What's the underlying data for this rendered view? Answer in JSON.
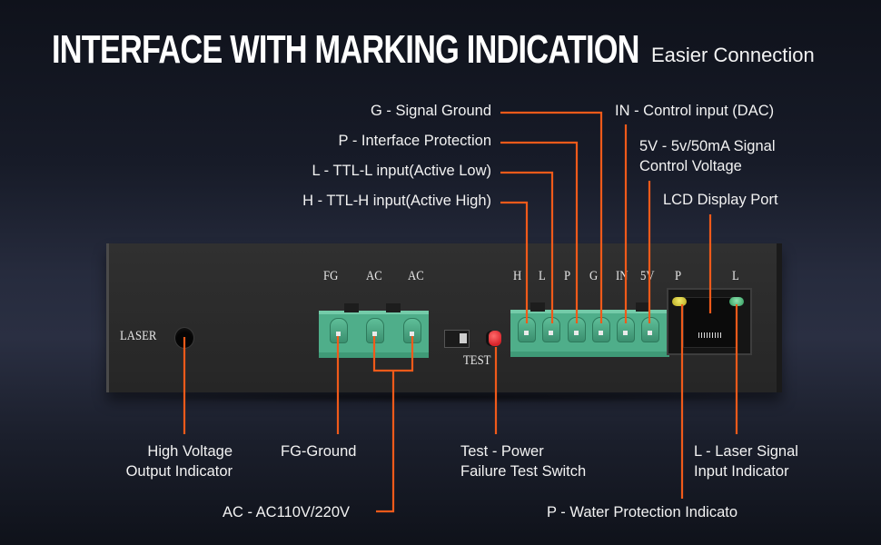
{
  "header": {
    "title": "INTERFACE WITH MARKING INDICATION",
    "subtitle": "Easier Connection"
  },
  "colors": {
    "accent_line": "#f05a1a",
    "terminal_green": "#4fae8a",
    "led_yellow": "#e6d84a",
    "led_green": "#5cc98a",
    "test_button_red": "#e0303a"
  },
  "callouts_top": {
    "g": "G - Signal Ground",
    "p": "P - Interface Protection",
    "l": "L - TTL-L input(Active Low)",
    "h": "H -  TTL-H input(Active High)",
    "in": "IN - Control input (DAC)",
    "v5_line1": "5V - 5v/50mA Signal",
    "v5_line2": "Control Voltage",
    "lcd": "LCD Display Port"
  },
  "callouts_bottom": {
    "hv_line1": "High Voltage",
    "hv_line2": "Output Indicator",
    "fg": "FG-Ground",
    "ac": "AC - AC110V/220V",
    "test_line1": "Test - Power",
    "test_line2": "Failure Test Switch",
    "laser_line1": "L - Laser Signal",
    "laser_line2": "Input Indicator",
    "water": "P - Water Protection Indicato"
  },
  "panel_markings": {
    "laser": "LASER",
    "fg": "FG",
    "ac1": "AC",
    "ac2": "AC",
    "test": "TEST",
    "h": "H",
    "l": "L",
    "p": "P",
    "g": "G",
    "in": "IN",
    "v5": "5V",
    "led_p": "P",
    "led_l": "L"
  }
}
